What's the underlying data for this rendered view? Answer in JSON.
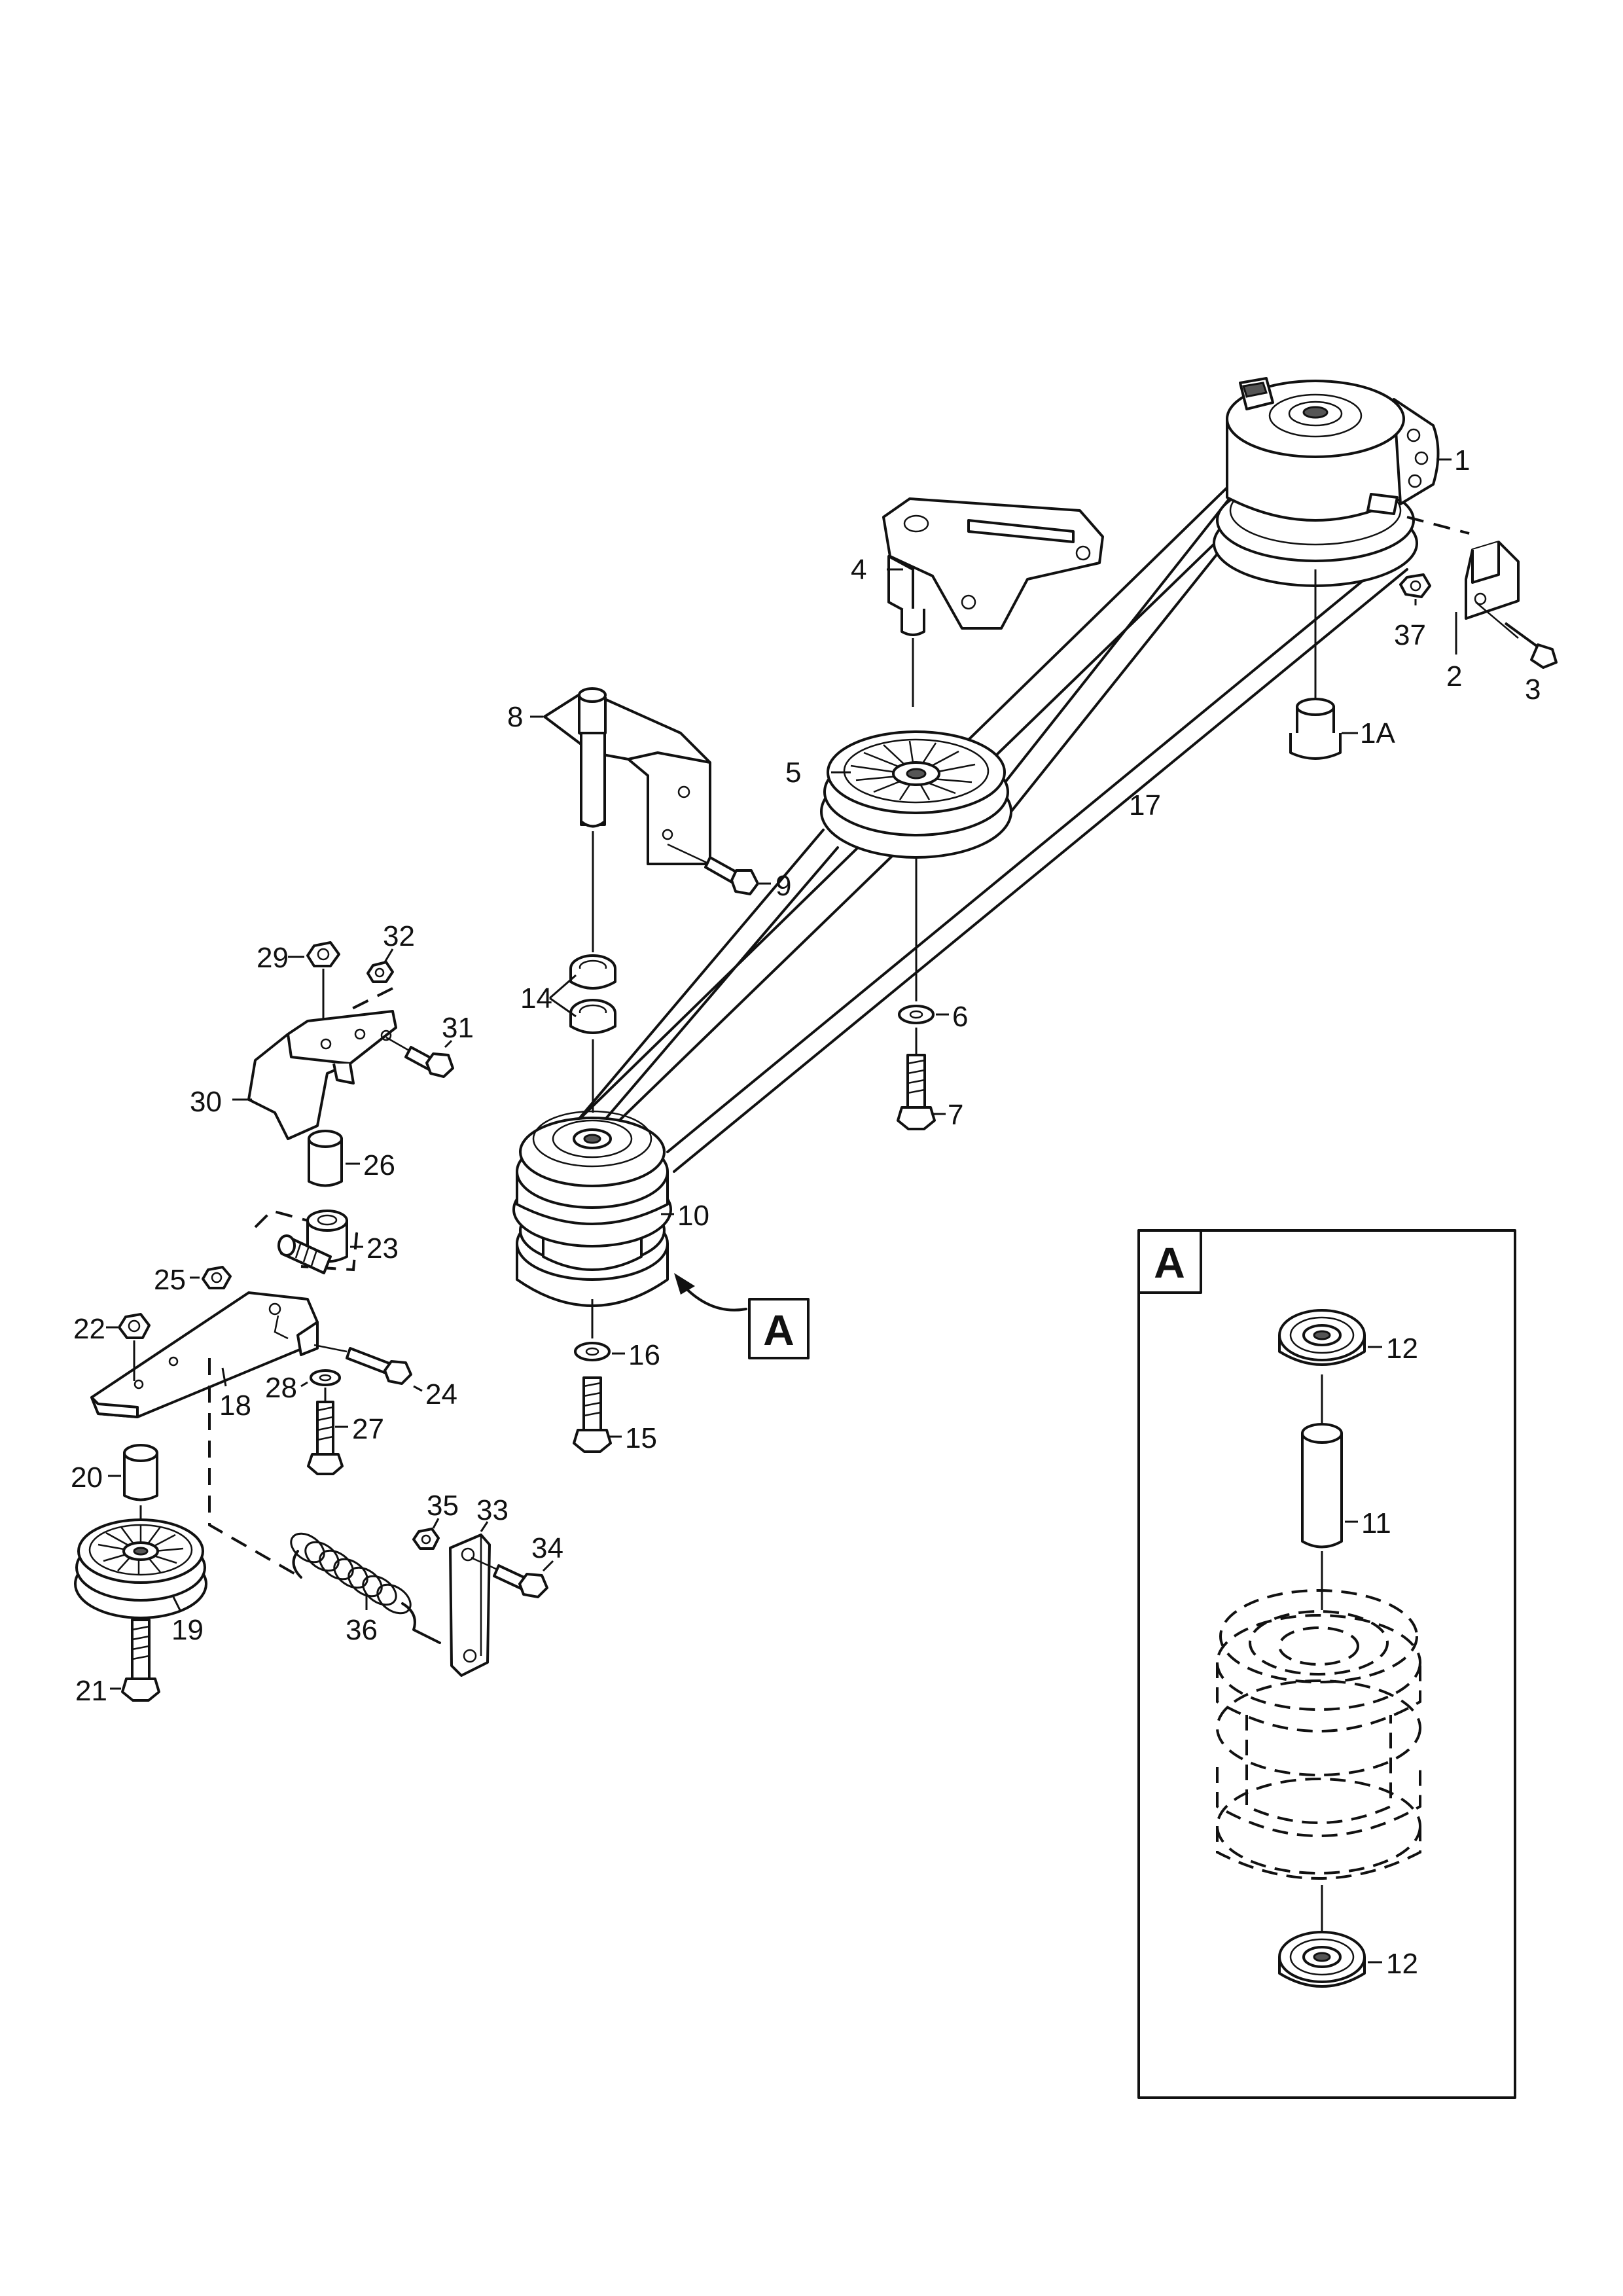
{
  "callouts": {
    "c1": "1",
    "c1A": "1A",
    "c2": "2",
    "c3": "3",
    "c4": "4",
    "c5": "5",
    "c6": "6",
    "c7": "7",
    "c8": "8",
    "c9": "9",
    "c10": "10",
    "c12a": "12",
    "c11": "11",
    "c12b": "12",
    "c14": "14",
    "c15": "15",
    "c16": "16",
    "c17": "17",
    "c18": "18",
    "c19": "19",
    "c20": "20",
    "c21": "21",
    "c22": "22",
    "c23": "23",
    "c24": "24",
    "c25": "25",
    "c26": "26",
    "c27": "27",
    "c28": "28",
    "c29": "29",
    "c30": "30",
    "c31": "31",
    "c32": "32",
    "c33": "33",
    "c34": "34",
    "c35": "35",
    "c36": "36",
    "c37": "37"
  },
  "detail": {
    "label": "A",
    "pointer_label": "A"
  }
}
